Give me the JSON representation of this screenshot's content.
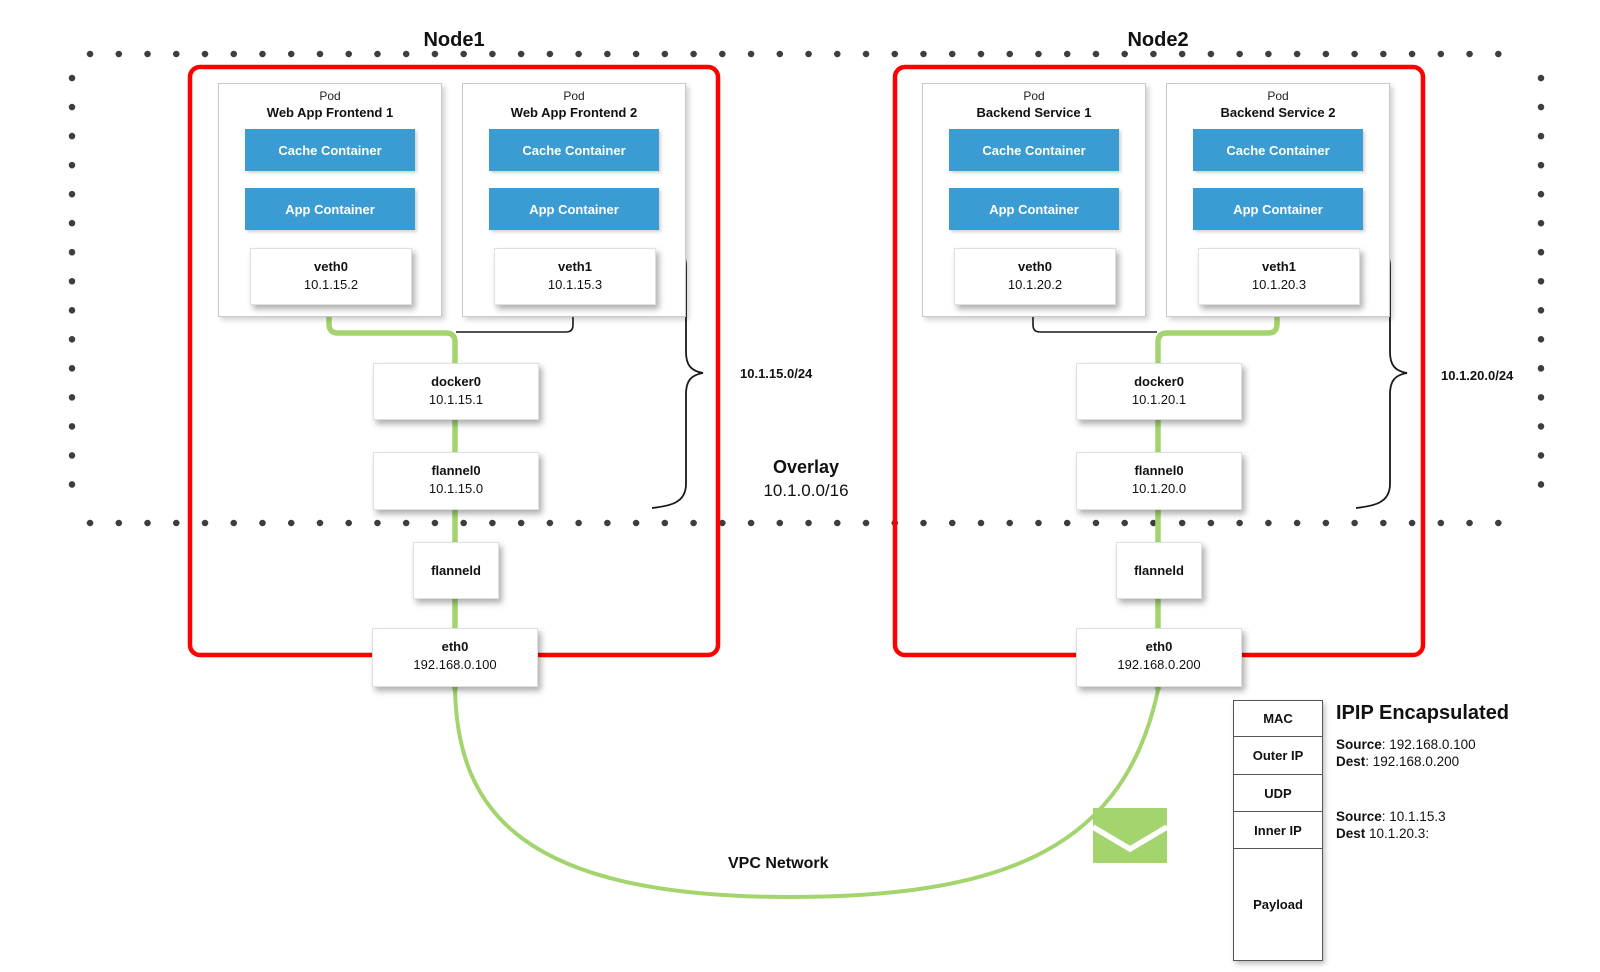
{
  "colors": {
    "green": "#a3d46e",
    "blue": "#3a9cd2",
    "red": "#fe0000",
    "dot": "#3e3e3e"
  },
  "nodes": [
    {
      "title": "Node1",
      "subnet": "10.1.15.0/24",
      "pods": [
        {
          "kind": "Pod",
          "name": "Web App Frontend 1",
          "containers": [
            "Cache Container",
            "App Container"
          ],
          "veth": {
            "name": "veth0",
            "ip": "10.1.15.2"
          }
        },
        {
          "kind": "Pod",
          "name": "Web App Frontend 2",
          "containers": [
            "Cache Container",
            "App Container"
          ],
          "veth": {
            "name": "veth1",
            "ip": "10.1.15.3"
          }
        }
      ],
      "bridge": {
        "name": "docker0",
        "ip": "10.1.15.1"
      },
      "flannel": {
        "name": "flannel0",
        "ip": "10.1.15.0"
      },
      "daemon": "flanneld",
      "nic": {
        "name": "eth0",
        "ip": "192.168.0.100"
      }
    },
    {
      "title": "Node2",
      "subnet": "10.1.20.0/24",
      "pods": [
        {
          "kind": "Pod",
          "name": "Backend Service 1",
          "containers": [
            "Cache Container",
            "App Container"
          ],
          "veth": {
            "name": "veth0",
            "ip": "10.1.20.2"
          }
        },
        {
          "kind": "Pod",
          "name": "Backend Service 2",
          "containers": [
            "Cache Container",
            "App Container"
          ],
          "veth": {
            "name": "veth1",
            "ip": "10.1.20.3"
          }
        }
      ],
      "bridge": {
        "name": "docker0",
        "ip": "10.1.20.1"
      },
      "flannel": {
        "name": "flannel0",
        "ip": "10.1.20.0"
      },
      "daemon": "flanneld",
      "nic": {
        "name": "eth0",
        "ip": "192.168.0.200"
      }
    }
  ],
  "overlay": {
    "title": "Overlay",
    "cidr": "10.1.0.0/16"
  },
  "vpc": {
    "label": "VPC Network"
  },
  "packet": {
    "title": "IPIP Encapsulated",
    "layers": [
      "MAC",
      "Outer IP",
      "UDP",
      "Inner IP",
      "Payload"
    ],
    "outer": {
      "source_label": "Source",
      "source_rest": ": 192.168.0.100",
      "dest_label": "Dest",
      "dest_rest": ": 192.168.0.200"
    },
    "inner": {
      "source_label": "Source",
      "source_rest": ": 10.1.15.3",
      "dest_label": "Dest",
      "dest_rest": " 10.1.20.3:"
    }
  }
}
